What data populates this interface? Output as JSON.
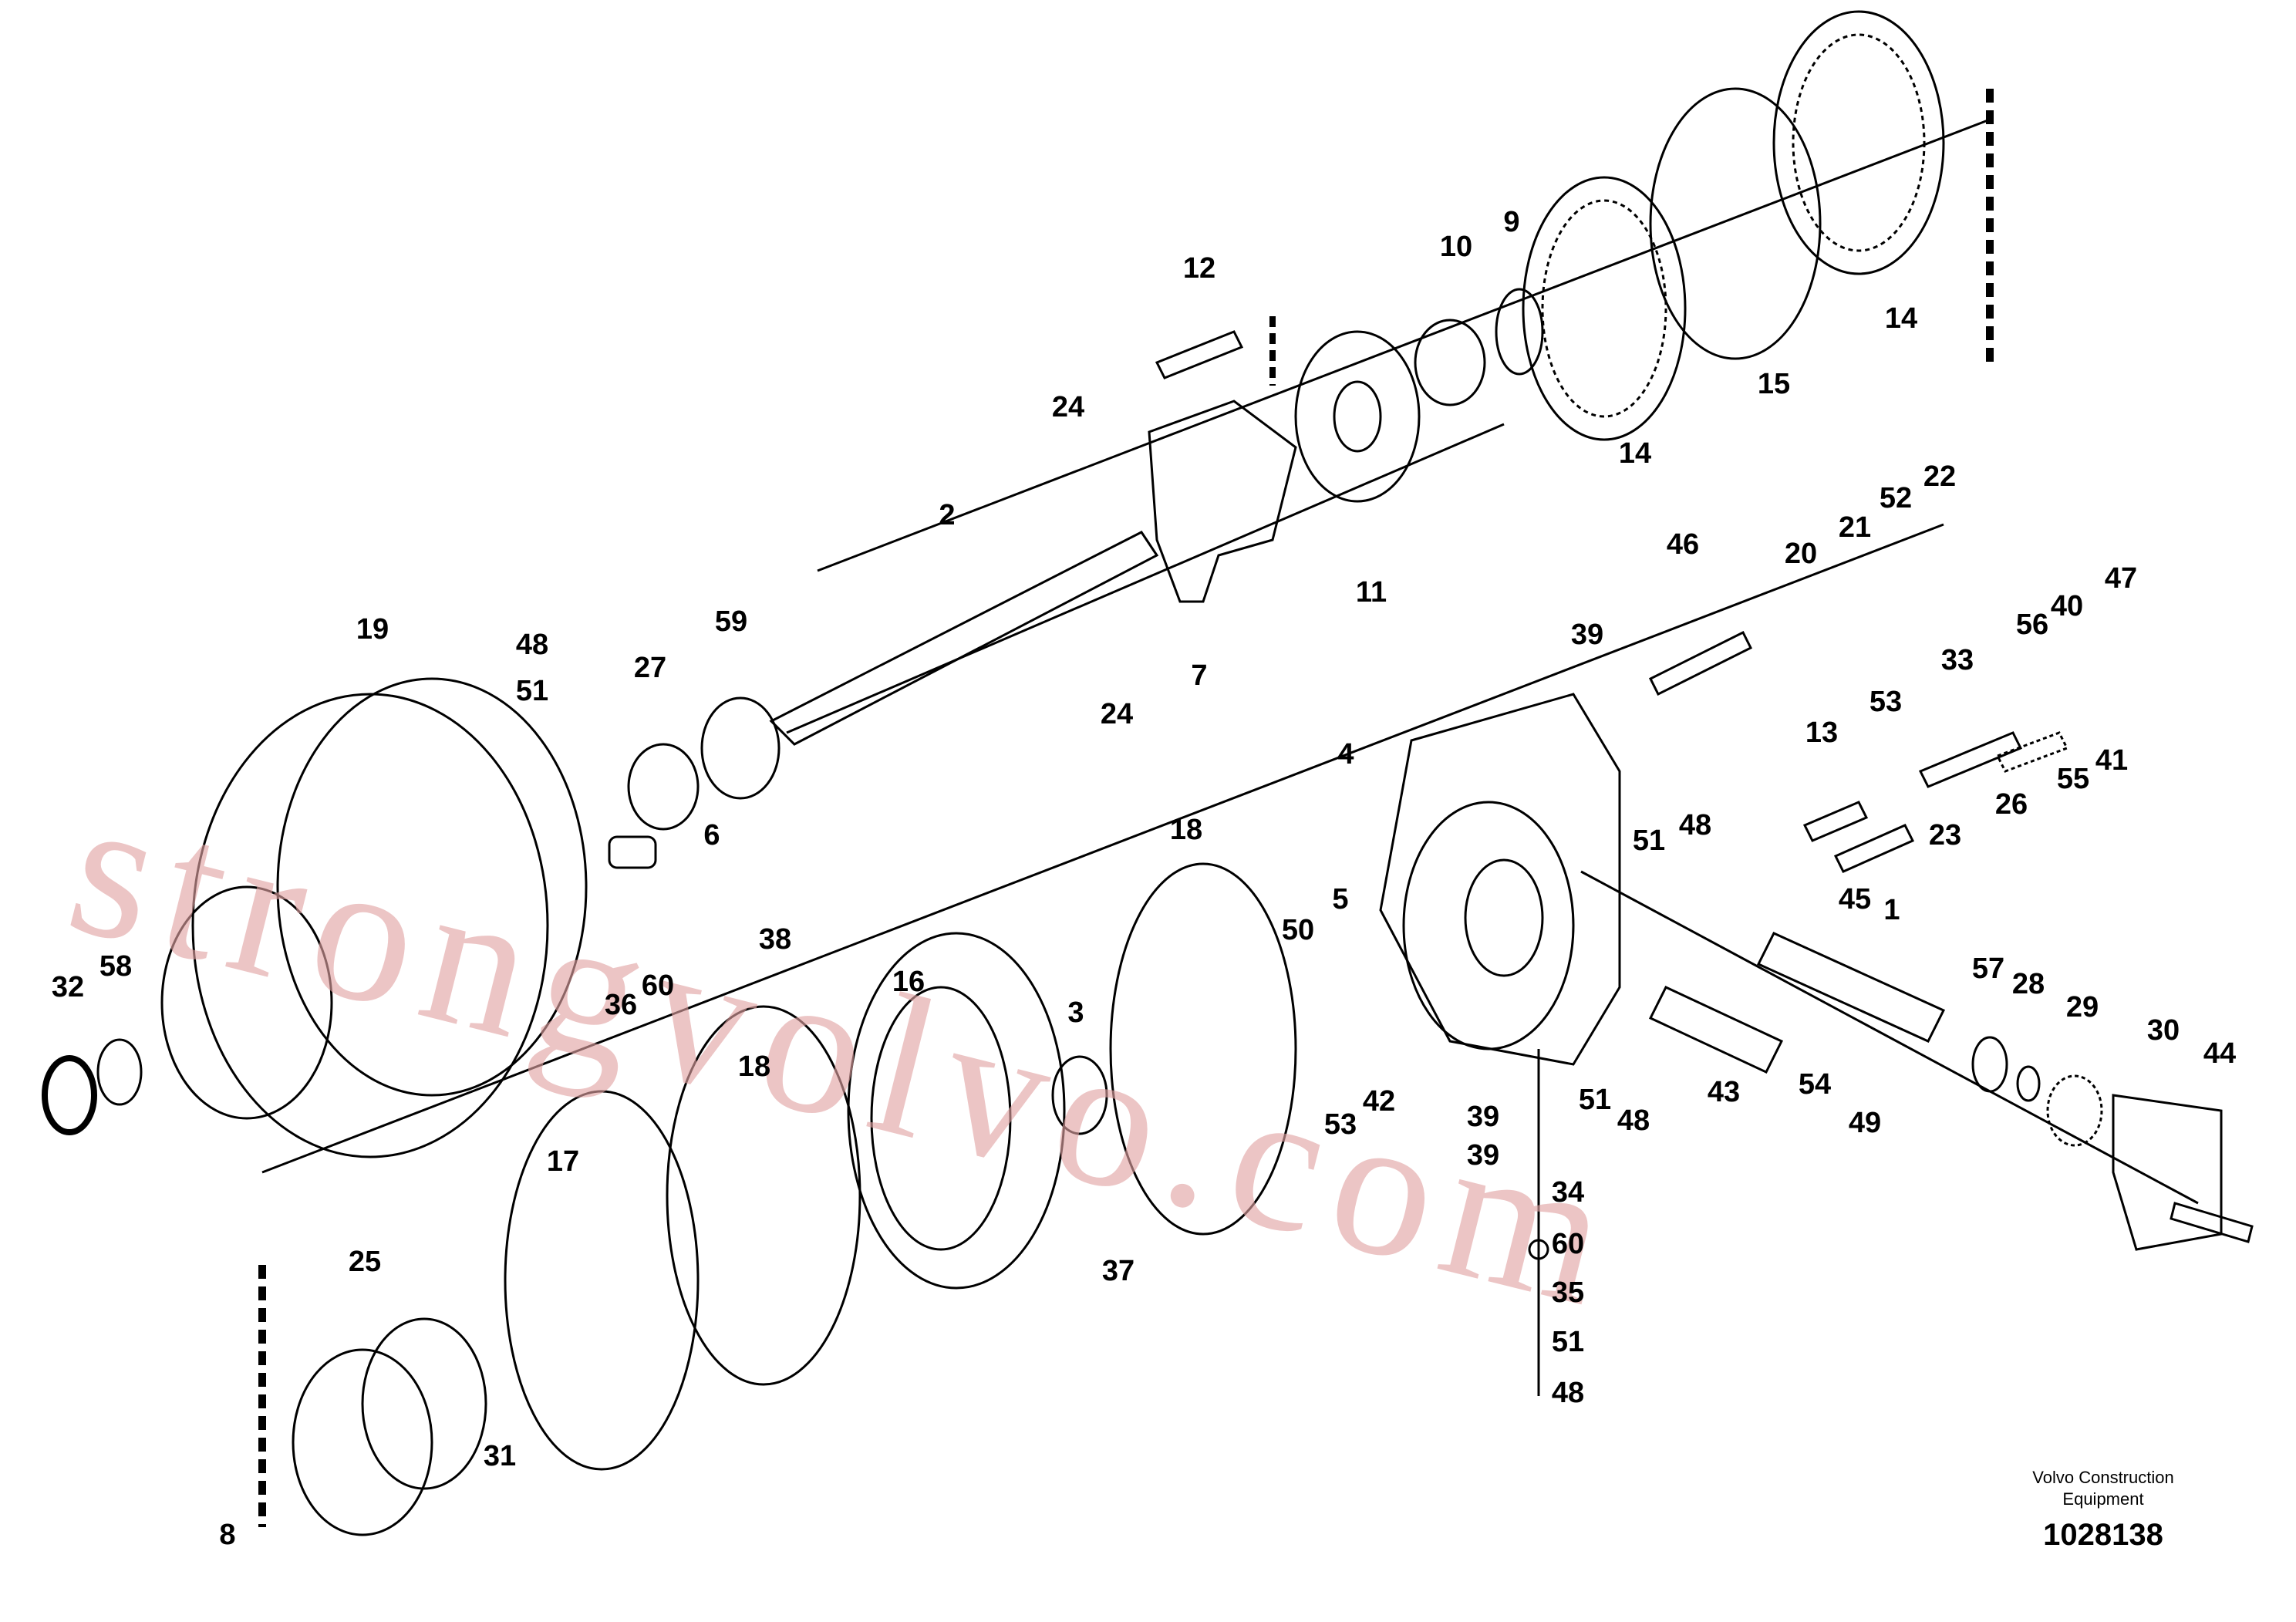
{
  "diagram": {
    "labels": [
      "12",
      "24",
      "2",
      "10",
      "9",
      "14",
      "15",
      "14",
      "11",
      "19",
      "48",
      "51",
      "27",
      "59",
      "7",
      "24",
      "46",
      "20",
      "21",
      "52",
      "22",
      "39",
      "4",
      "47",
      "56",
      "40",
      "33",
      "53",
      "13",
      "48",
      "51",
      "41",
      "55",
      "26",
      "23",
      "6",
      "18",
      "5",
      "50",
      "38",
      "36",
      "60",
      "45",
      "1",
      "32",
      "58",
      "16",
      "3",
      "57",
      "28",
      "29",
      "30",
      "44",
      "18",
      "43",
      "54",
      "49",
      "51",
      "48",
      "39",
      "53",
      "42",
      "39",
      "37",
      "17",
      "34",
      "60",
      "35",
      "51",
      "48",
      "25",
      "31",
      "8"
    ]
  },
  "watermark": "strongvolvo.com",
  "footer": {
    "maker": "Volvo Construction\nEquipment",
    "doc_number": "1028138"
  }
}
